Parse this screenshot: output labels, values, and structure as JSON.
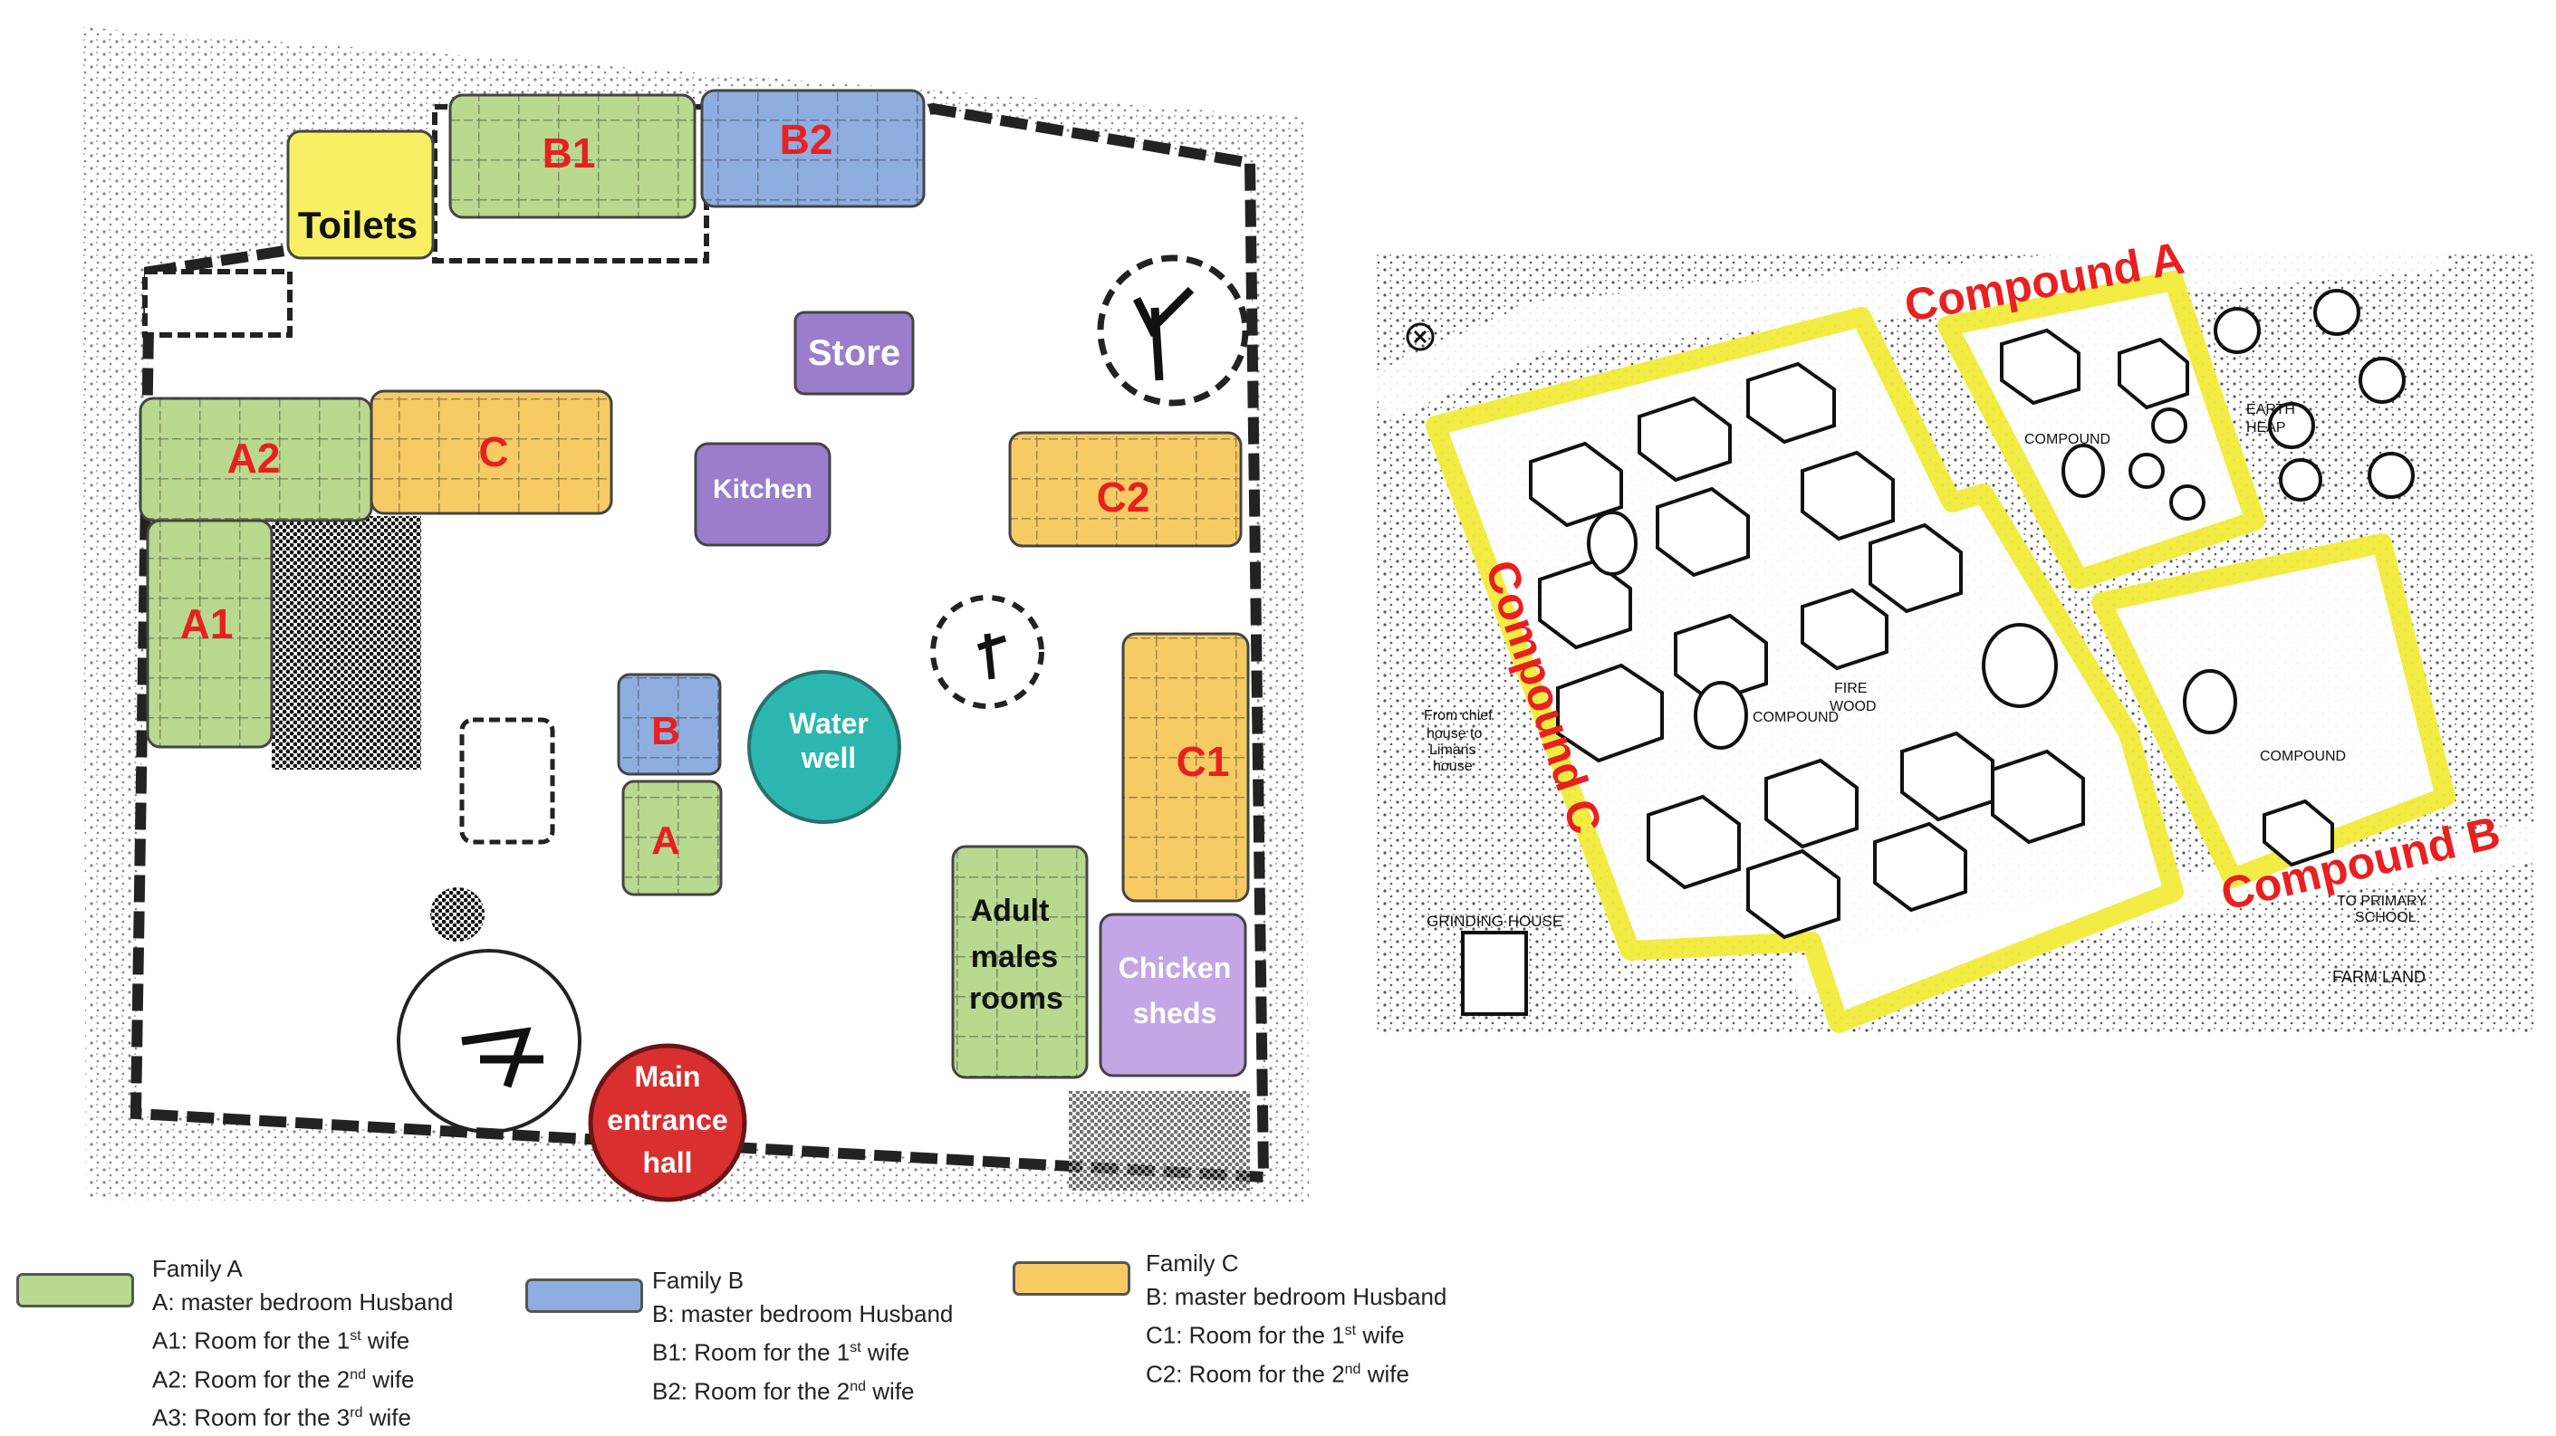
{
  "colors": {
    "family_a": "#b9d98f",
    "family_b": "#8faee0",
    "family_c": "#f7cb63",
    "toilets": "#f7f065",
    "purple": "#9b7dcc",
    "chicken": "#c4a6e6",
    "teal": "#2bb7b0",
    "red_hall": "#d92f2f",
    "highlight": "#f3ec3a",
    "label_red": "#e8201f"
  },
  "plan": {
    "rooms": {
      "b1": "B1",
      "b2": "B2",
      "toilets": "Toilets",
      "store": "Store",
      "a2": "A2",
      "c": "C",
      "kitchen": "Kitchen",
      "c2": "C2",
      "a1": "A1",
      "b": "B",
      "water_well_1": "Water",
      "water_well_2": "well",
      "c1": "C1",
      "a": "A",
      "adult_1": "Adult",
      "adult_2": "males",
      "adult_3": "rooms",
      "chicken_1": "Chicken",
      "chicken_2": "sheds",
      "hall_1": "Main",
      "hall_2": "entrance",
      "hall_3": "hall"
    }
  },
  "sketch": {
    "compound_a": "Compound A",
    "compound_b": "Compound B",
    "compound_c": "Compound C",
    "compound_mark": "COMPOUND",
    "fire_wood_1": "FIRE",
    "fire_wood_2": "WOOD",
    "earth_heap_1": "EARTH",
    "earth_heap_2": "HEAP",
    "from_chief_1": "From chief",
    "from_chief_2": "house to",
    "from_chief_3": "Limans",
    "from_chief_4": "house",
    "grinding_house": "GRINDING HOUSE",
    "to_primary_1": "TO PRIMARY",
    "to_primary_2": "SCHOOL",
    "farm_land": "FARM LAND"
  },
  "legend": {
    "family_a": {
      "title": "Family A",
      "lines": [
        "A: master bedroom Husband",
        "A1: Room for the 1",
        "A2: Room for the 2",
        "A3: Room for the 3"
      ],
      "sups": [
        "st",
        "nd",
        "rd"
      ],
      "suffix": "wife"
    },
    "family_b": {
      "title": "Family B",
      "lines": [
        "B: master bedroom Husband",
        "B1: Room for the 1",
        "B2: Room for the 2"
      ],
      "sups": [
        "st",
        "nd"
      ],
      "suffix": "wife"
    },
    "family_c": {
      "title": "Family C",
      "lines": [
        "B: master bedroom Husband",
        "C1: Room for the 1",
        "C2: Room for the 2"
      ],
      "sups": [
        "st",
        "nd"
      ],
      "suffix": "wife"
    }
  }
}
